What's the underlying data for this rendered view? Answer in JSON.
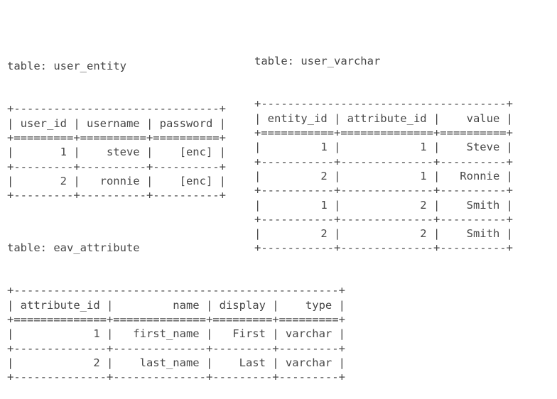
{
  "page": {
    "background": "#ffffff",
    "text_color": "#474747"
  },
  "tables": {
    "user_entity": {
      "title": "table: user_entity",
      "columns": [
        "user_id",
        "username",
        "password"
      ],
      "rows": [
        [
          "1",
          "steve",
          "[enc]"
        ],
        [
          "2",
          "ronnie",
          "[enc]"
        ]
      ],
      "ascii": "+-------------------------------+\n| user_id | username | password |\n+=========+==========+==========+\n|       1 |    steve |    [enc] |\n+---------+----------+----------+\n|       2 |   ronnie |    [enc] |\n+---------+----------+----------+"
    },
    "user_varchar": {
      "title": "table: user_varchar",
      "columns": [
        "entity_id",
        "attribute_id",
        "value"
      ],
      "rows": [
        [
          "1",
          "1",
          "Steve"
        ],
        [
          "2",
          "1",
          "Ronnie"
        ],
        [
          "1",
          "2",
          "Smith"
        ],
        [
          "2",
          "2",
          "Smith"
        ]
      ],
      "ascii": "+-------------------------------------+\n| entity_id | attribute_id |    value |\n+===========+==============+==========+\n|         1 |            1 |    Steve |\n+-----------+--------------+----------+\n|         2 |            1 |   Ronnie |\n+-----------+--------------+----------+\n|         1 |            2 |    Smith |\n+-----------+--------------+----------+\n|         2 |            2 |    Smith |\n+-----------+--------------+----------+"
    },
    "eav_attribute": {
      "title": "table: eav_attribute",
      "columns": [
        "attribute_id",
        "name",
        "display",
        "type"
      ],
      "rows": [
        [
          "1",
          "first_name",
          "First",
          "varchar"
        ],
        [
          "2",
          "last_name",
          "Last",
          "varchar"
        ]
      ],
      "ascii": "+-------------------------------------------------+\n| attribute_id |         name | display |    type |\n+==============+==============+=========+=========+\n|            1 |   first_name |   First | varchar |\n+--------------+--------------+---------+---------+\n|            2 |    last_name |    Last | varchar |\n+--------------+--------------+---------+---------+"
    }
  }
}
